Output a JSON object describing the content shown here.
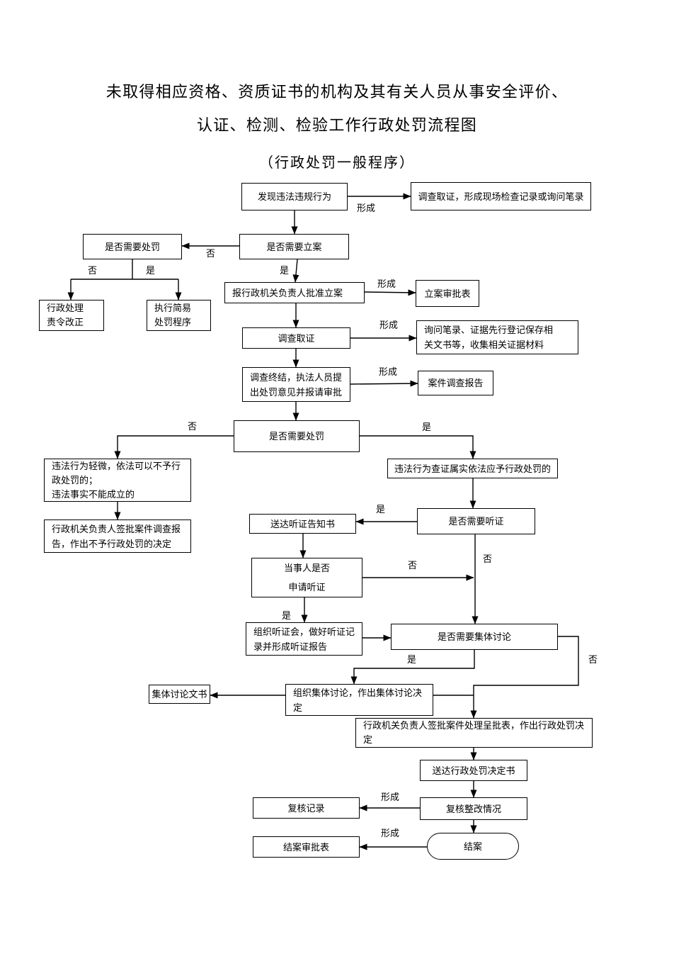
{
  "title": {
    "line1": "未取得相应资格、资质证书的机构及其有关人员从事安全评价、",
    "line2": "认证、检测、检验工作行政处罚流程图",
    "subtitle": "（行政处罚一般程序）"
  },
  "edge_labels": {
    "forms": "形成",
    "yes": "是",
    "no": "否"
  },
  "nodes": {
    "discover": "发现违法违规行为",
    "investigate_record": "调查取证，形成现场检查记录或询问笔录",
    "need_case": "是否需要立案",
    "need_punish_1": "是否需要处罚",
    "admin_handle": "行政处理\n责令改正",
    "simple_procedure": "执行简易\n处罚程序",
    "approve_case": "报行政机关负责人批准立案",
    "case_approval_form": "立案审批表",
    "investigate": "调查取证",
    "inquiry_record": "询问笔录、证据先行登记保存相\n关文书等，收集相关证据材料",
    "investigation_end": "调查终结，执法人员提\n出处罚意见并报请审批",
    "case_report": "案件调查报告",
    "need_punish_2": "是否需要处罚",
    "minor_violation": "违法行为轻微，依法可以不予行\n政处罚的；\n违法事实不能成立的",
    "no_punish_decision": "行政机关负责人签批案件调查报\n告，作出不予行政处罚的决定",
    "confirmed_violation": "违法行为查证属实依法应予行政处罚的",
    "hearing_notice": "送达听证告知书",
    "need_hearing": "是否需要听证",
    "party_apply": "当事人是否\n申请听证",
    "organize_hearing": "组织听证会，做好听证记\n录并形成听证报告",
    "need_group_discussion": "是否需要集体讨论",
    "group_discussion": "组织集体讨论，作出集体讨论决\n定",
    "discussion_doc": "集体讨论文书",
    "approval_decision": "行政机关负责人签批案件处理呈批表，作出行政处罚决\n定",
    "deliver_decision": "送达行政处罚决定书",
    "review_rectify": "复核整改情况",
    "review_record": "复核记录",
    "close_approval_form": "结案审批表",
    "close_case": "结案"
  }
}
